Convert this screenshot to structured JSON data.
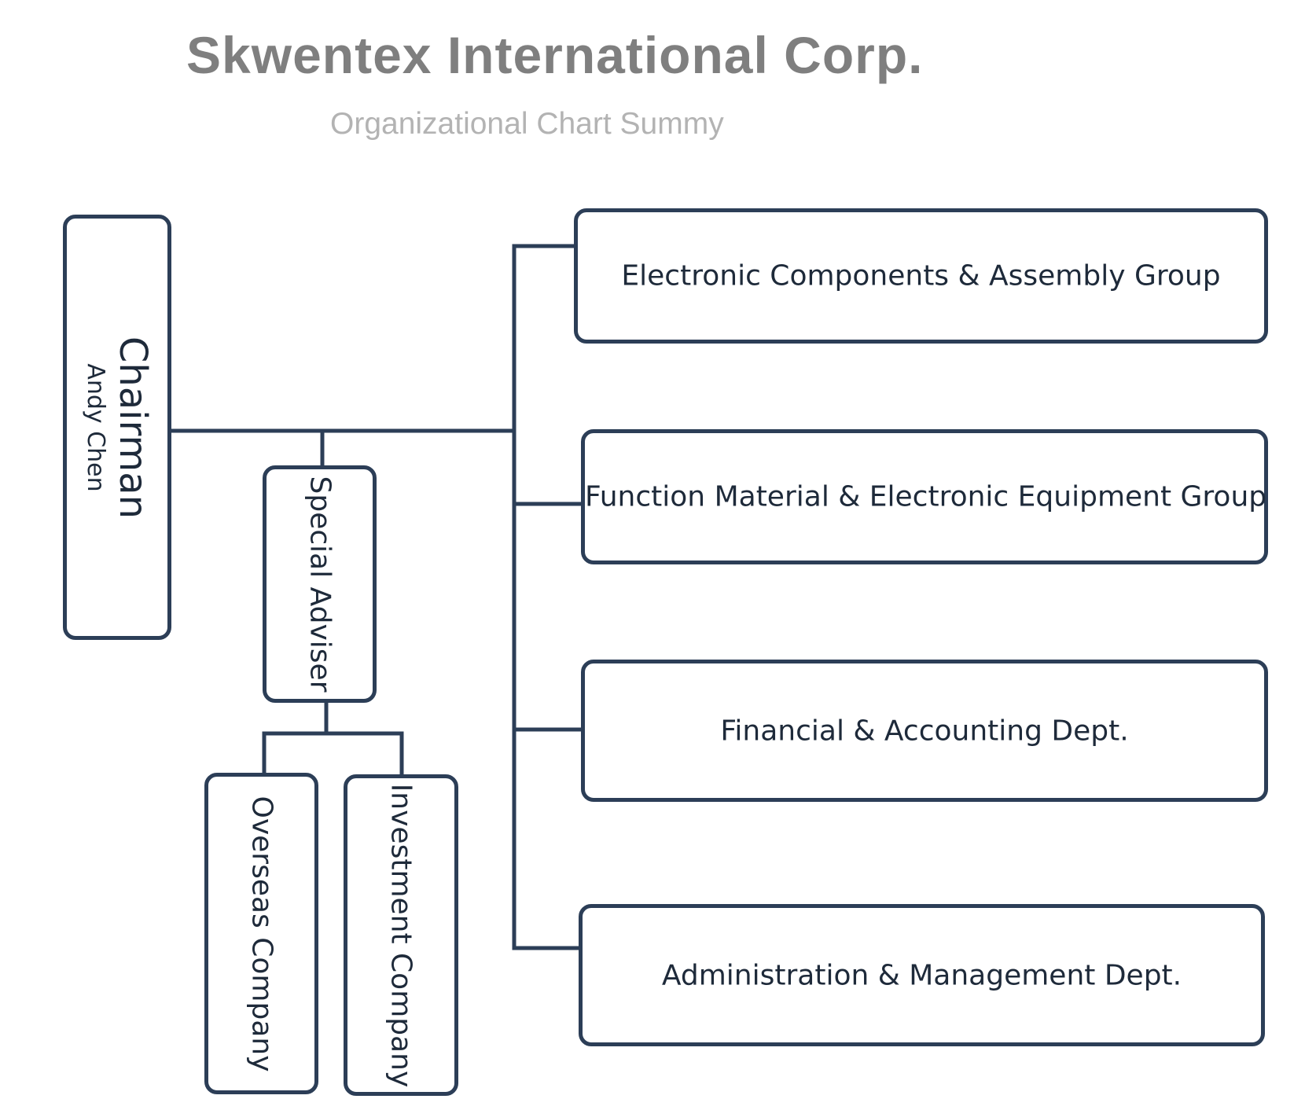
{
  "header": {
    "title": "Skwentex International Corp.",
    "subtitle": "Organizational Chart Summy"
  },
  "colors": {
    "title": "#7f7f7f",
    "subtitle": "#b3b3b3",
    "line": "#2c3e57",
    "text": "#1e2a3a"
  },
  "nodes": {
    "chairman": {
      "title": "Chairman",
      "name": "Andy Chen"
    },
    "special_adviser": {
      "label": "Special Adviser"
    },
    "overseas": {
      "label": "Overseas Company"
    },
    "investment": {
      "label": "Investment Company"
    },
    "electronic_components": {
      "label": "Electronic Components & Assembly Group"
    },
    "function_material": {
      "label": "Function Material & Electronic Equipment Group"
    },
    "financial": {
      "label": "Financial & Accounting Dept."
    },
    "administration": {
      "label": "Administration & Management Dept."
    }
  }
}
